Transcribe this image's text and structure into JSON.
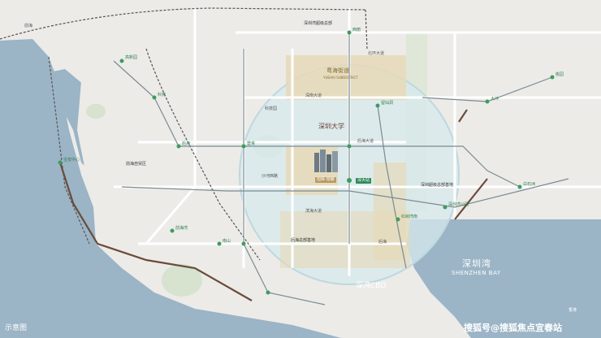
{
  "map_labels": {
    "area_top": "深圳湾超级总部",
    "area_left": "前海自贸区",
    "ring_area": "粤海街道",
    "ring_area_sub": "YUEHAI SUBDISTRICT",
    "university": "深圳大学",
    "project": "旭辉·璟樾",
    "bay_cn": "深圳湾",
    "bay_en": "SHENZHEN BAY",
    "cbd": "深湾CBD",
    "schematic": "示意图",
    "watermark": "搜狐号@搜狐焦点宜春站",
    "road_east": "深南大道",
    "road_mid": "滨海大道",
    "road_north": "北环大道",
    "road_w": "沙河西路",
    "road_s": "后海大道",
    "station_main": "深大站",
    "hq_label": "深圳超级总部基地",
    "hq2": "后海总部基地",
    "area_yuehai": "科技园",
    "area_houhai": "后海",
    "station_1": "高新园",
    "station_2": "科苑",
    "station_3": "后海",
    "station_4": "登良",
    "station_5": "红树湾南",
    "station_6": "深圳湾公园",
    "station_7": "大冲",
    "station_8": "桃园",
    "station_9": "南山",
    "station_10": "前海湾",
    "station_11": "宝安中心",
    "station_12": "西丽",
    "station_13": "留仙洞",
    "station_14": "白石洲",
    "region_hk": "香港",
    "region_qh": "前海"
  },
  "colors": {
    "sea": "#9bb4c6",
    "land": "#ecebe8",
    "park": "#d7e2cf",
    "ring": "#d7e9ee",
    "road": "#ffffff",
    "metro_dash": "#555555",
    "metro_green": "#3e9b61",
    "focus": "#c9b27a"
  }
}
